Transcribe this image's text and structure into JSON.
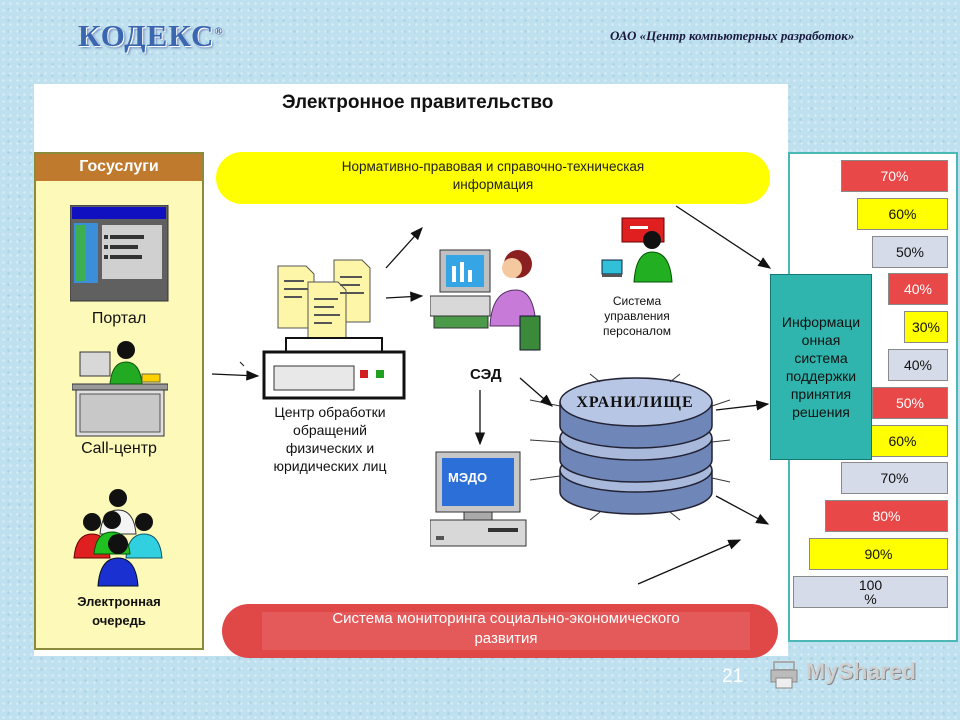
{
  "header": {
    "logo": "КОДЕКС",
    "logo_mark": "®",
    "company": "ОАО «Центр компьютерных разработок»"
  },
  "diagram": {
    "title": "Электронное правительство",
    "gosuslugi": {
      "heading": "Госуслуги",
      "portal": "Портал",
      "call_center": "Call-центр",
      "queue_line1": "Электронная",
      "queue_line2": "очередь"
    },
    "normative_line1": "Нормативно-правовая и справочно-техническая",
    "normative_line2": "информация",
    "sed": "СЭД",
    "medo": "МЭДО",
    "center_label": [
      "Центр обработки",
      "обращений",
      "физических и",
      "юридических лиц"
    ],
    "personnel_label": [
      "Система",
      "управления",
      "персоналом"
    ],
    "storage": "ХРАНИЛИЩЕ",
    "isppr": [
      "Информаци",
      "онная",
      "система",
      "поддержки",
      "принятия",
      "решения"
    ],
    "monitoring_line1": "Система мониторинга социально-экономического",
    "monitoring_line2": "развития",
    "percent_bars": [
      {
        "label": "70%",
        "value": 70,
        "color": "#e84848",
        "text_color": "#ffffff"
      },
      {
        "label": "60%",
        "value": 60,
        "color": "#ffff00",
        "text_color": "#111111"
      },
      {
        "label": "50%",
        "value": 50,
        "color": "#d6dbe9",
        "text_color": "#111111"
      },
      {
        "label": "40%",
        "value": 40,
        "color": "#e84848",
        "text_color": "#ffffff"
      },
      {
        "label": "30%",
        "value": 30,
        "color": "#ffff00",
        "text_color": "#111111"
      },
      {
        "label": "40%",
        "value": 40,
        "color": "#d6dbe9",
        "text_color": "#111111"
      },
      {
        "label": "50%",
        "value": 50,
        "color": "#e84848",
        "text_color": "#ffffff"
      },
      {
        "label": "60%",
        "value": 60,
        "color": "#ffff00",
        "text_color": "#111111"
      },
      {
        "label": "70%",
        "value": 70,
        "color": "#d6dbe9",
        "text_color": "#111111"
      },
      {
        "label": "80%",
        "value": 80,
        "color": "#e84848",
        "text_color": "#ffffff"
      },
      {
        "label": "90%",
        "value": 90,
        "color": "#ffff00",
        "text_color": "#111111"
      },
      {
        "label": "100 %",
        "value": 100,
        "color": "#d6dbe9",
        "text_color": "#111111"
      }
    ]
  },
  "footer": {
    "page_number": "21",
    "watermark": "MyShared"
  }
}
